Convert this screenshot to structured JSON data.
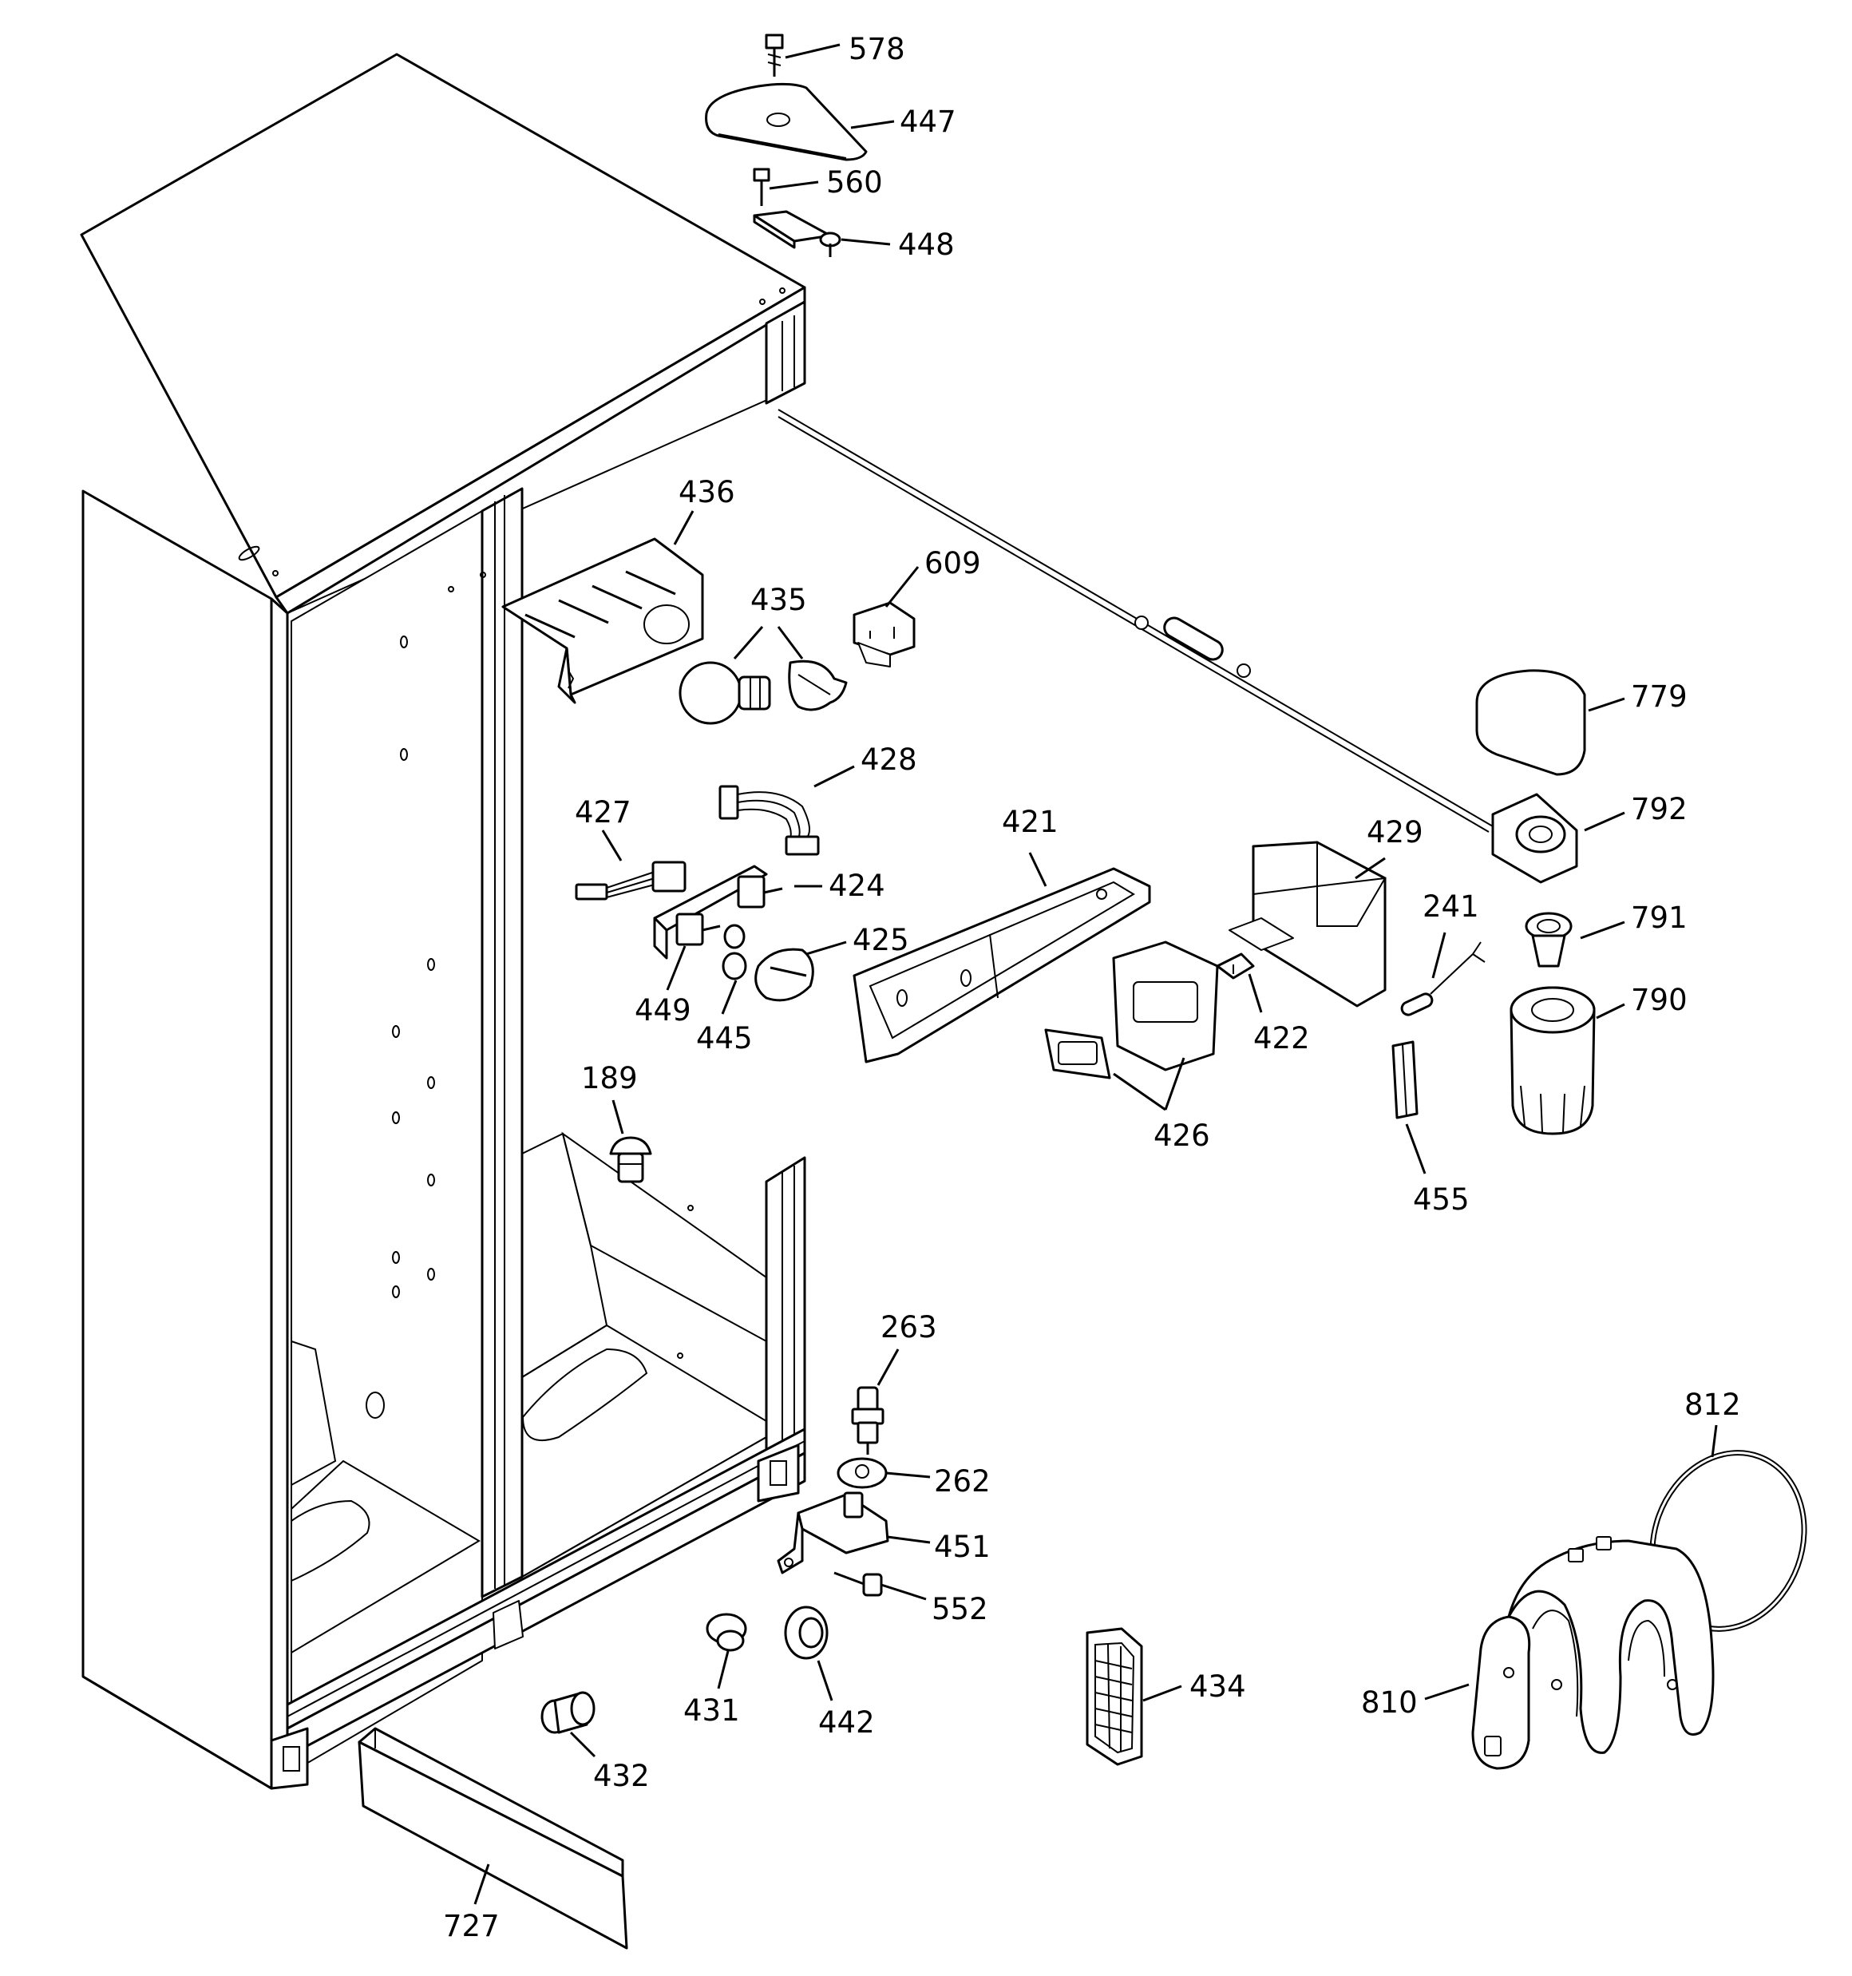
{
  "diagram": {
    "type": "exploded-parts-view",
    "part_numbers": [
      "578",
      "447",
      "560",
      "448",
      "436",
      "609",
      "435",
      "779",
      "428",
      "427",
      "421",
      "429",
      "792",
      "424",
      "241",
      "791",
      "425",
      "449",
      "445",
      "422",
      "790",
      "426",
      "189",
      "455",
      "263",
      "262",
      "451",
      "812",
      "552",
      "434",
      "431",
      "442",
      "810",
      "432",
      "727"
    ]
  }
}
